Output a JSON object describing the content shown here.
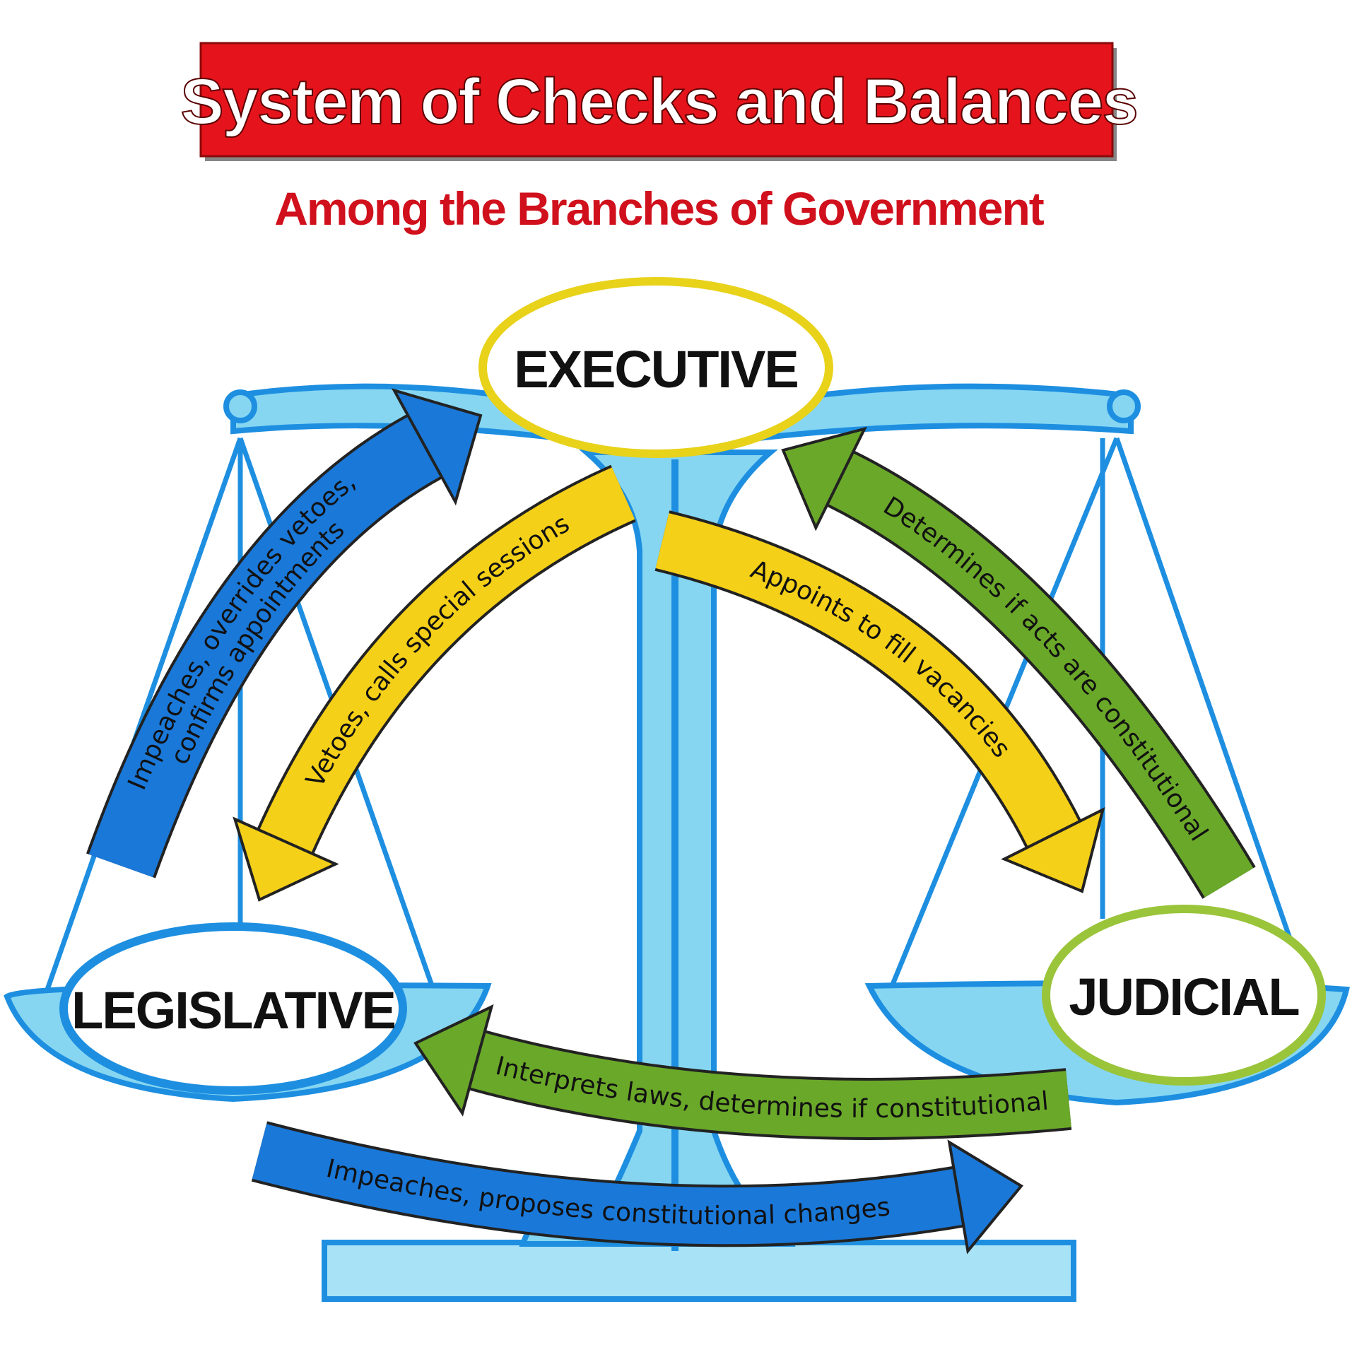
{
  "title": "System of Checks and Balances",
  "subtitle": "Among the Branches of Government",
  "branches": {
    "executive": "EXECUTIVE",
    "legislative": "LEGISLATIVE",
    "judicial": "JUDICIAL"
  },
  "arrows": [
    {
      "id": "legislative-to-executive",
      "color": "#1a78d8",
      "lines": [
        "Impeaches, overrides vetoes,",
        "confirms appointments"
      ]
    },
    {
      "id": "executive-to-legislative",
      "color": "#f5d018",
      "lines": [
        "Vetoes, calls special sessions"
      ]
    },
    {
      "id": "executive-to-judicial",
      "color": "#f5d018",
      "lines": [
        "Appoints to fill vacancies"
      ]
    },
    {
      "id": "judicial-to-executive",
      "color": "#6aa829",
      "lines": [
        "Determines if acts are constitutional"
      ]
    },
    {
      "id": "judicial-to-legislative",
      "color": "#6aa829",
      "lines": [
        "Interprets laws, determines if constitutional"
      ]
    },
    {
      "id": "legislative-to-judicial",
      "color": "#1a78d8",
      "lines": [
        "Impeaches, proposes constitutional changes"
      ]
    }
  ],
  "colors": {
    "banner": "#e5141c",
    "subtitle": "#d0101c",
    "scale_fill": "#86d6f2",
    "scale_stroke": "#1e8fe0",
    "executive_ring": "#e8d21a",
    "legislative_ring": "#1e8fe0",
    "judicial_ring": "#9ac43a"
  }
}
